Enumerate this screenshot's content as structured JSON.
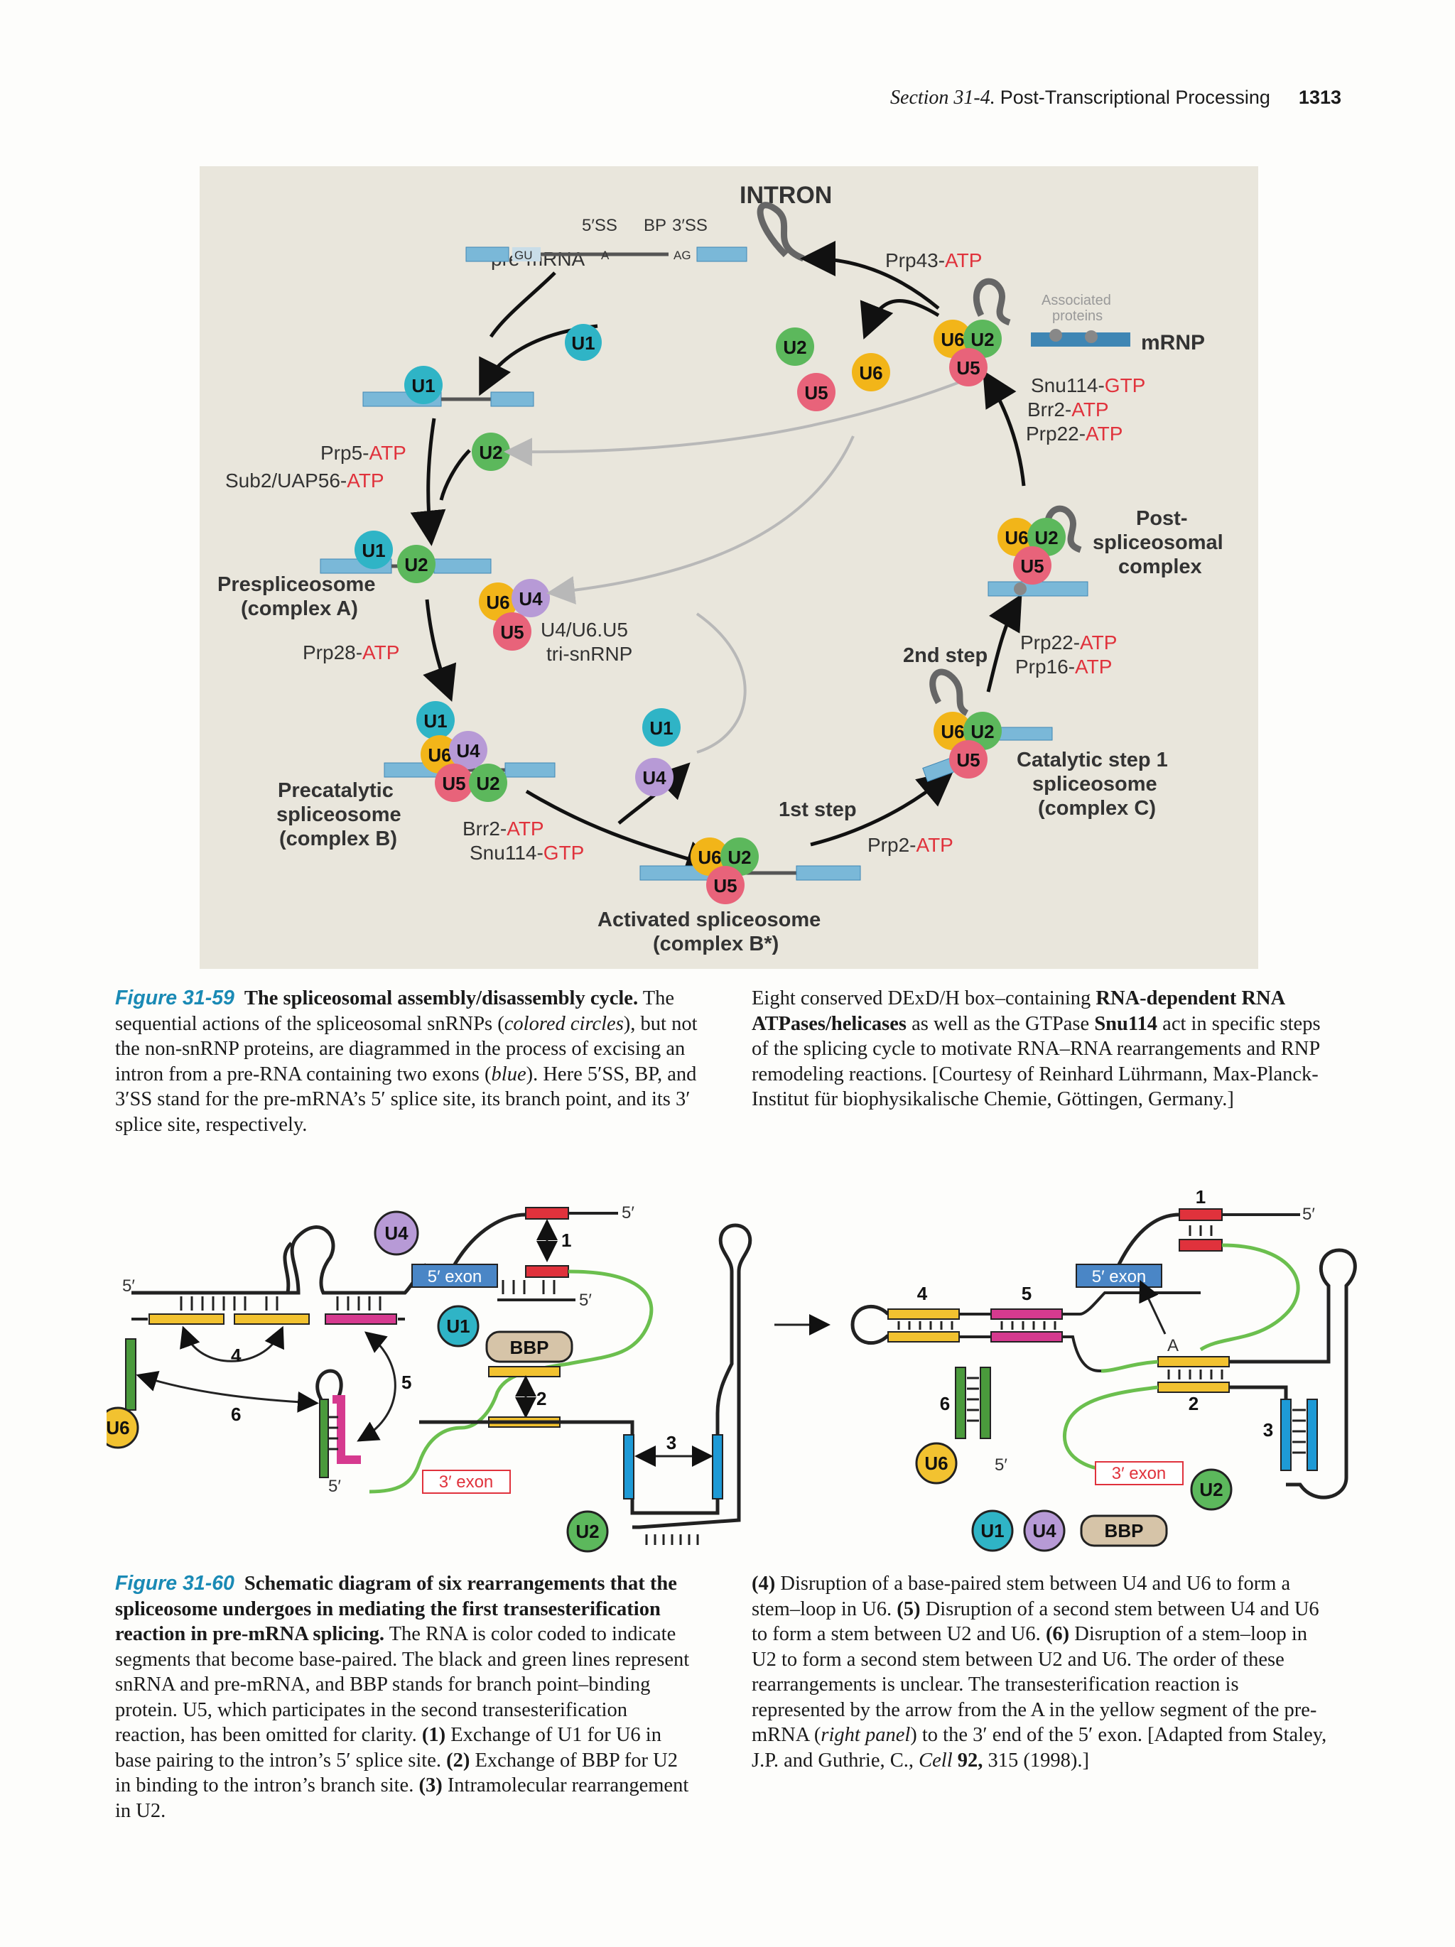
{
  "header": {
    "section_italic": "Section 31-4.",
    "section_title": "Post-Transcriptional Processing",
    "page_number": "1313"
  },
  "figure59": {
    "labels": {
      "intron": "INTRON",
      "five_ss": "5′SS",
      "bp": "BP",
      "three_ss": "3′SS",
      "gu": "GU",
      "a": "A",
      "ag": "AG",
      "pre_mrna": "pre-mRNA",
      "prp43": "Prp43-",
      "atp": "ATP",
      "gtp": "GTP",
      "associated_line1": "Associated",
      "associated_line2": "proteins",
      "mrnp": "mRNP",
      "snu114": "Snu114-",
      "brr2": "Brr2-",
      "prp22": "Prp22-",
      "prp5": "Prp5-",
      "sub2": "Sub2/UAP56-",
      "post_line1": "Post-",
      "post_line2": "spliceosomal",
      "post_line3": "complex",
      "prespliceosome_line1": "Prespliceosome",
      "prespliceosome_line2": "(complex A)",
      "prp28": "Prp28-",
      "trisnrnp_line1": "U4/U6.U5",
      "trisnrnp_line2": "tri-snRNP",
      "second_step": "2nd step",
      "prp16": "Prp16-",
      "precatalytic_line1": "Precatalytic",
      "precatalytic_line2": "spliceosome",
      "precatalytic_line3": "(complex B)",
      "catalytic_line1": "Catalytic step 1",
      "catalytic_line2": "spliceosome",
      "catalytic_line3": "(complex C)",
      "first_step": "1st step",
      "prp2": "Prp2-",
      "activated_line1": "Activated spliceosome",
      "activated_line2": "(complex B*)",
      "u1": "U1",
      "u2": "U2",
      "u4": "U4",
      "u5": "U5",
      "u6": "U6"
    },
    "colors": {
      "u1": "#2fb4c6",
      "u2": "#5cb85c",
      "u4": "#b79ad6",
      "u5": "#e8637a",
      "u6": "#f2b519",
      "exon": "#3f86b4",
      "atp_red": "#e0323c",
      "arrow_gray": "#b8b8b8"
    },
    "caption": {
      "label": "Figure 31-59",
      "title": "The spliceosomal assembly/disassembly cycle.",
      "left_text_1": "The sequential actions of the spliceosomal snRNPs (",
      "left_italic_1": "colored circles",
      "left_text_2": "), but not the non-snRNP proteins, are diagrammed in the process of excising an intron from a pre-RNA containing two exons (",
      "left_italic_2": "blue",
      "left_text_3": "). Here 5′SS, BP, and 3′SS stand for the pre-mRNA’s 5′ splice site, its branch point, and its 3′ splice site, respectively.",
      "right_text_1": "Eight conserved DExD/H box–containing ",
      "right_bold_1": "RNA-dependent RNA ATPases/helicases",
      "right_text_2": " as well as the GTPase ",
      "right_bold_2": "Snu114",
      "right_text_3": " act in specific steps of the splicing cycle to motivate RNA–RNA rearrangements and RNP remodeling reactions. [Courtesy of Reinhard Lührmann, Max-Planck-Institut für biophysikalische Chemie, Göttingen, Germany.]"
    }
  },
  "figure60": {
    "labels": {
      "five_prime": "5′",
      "five_exon": "5′ exon",
      "three_exon": "3′ exon",
      "bbp": "BBP",
      "a": "A",
      "n1": "1",
      "n2": "2",
      "n3": "3",
      "n4": "4",
      "n5": "5",
      "n6": "6",
      "u1": "U1",
      "u2": "U2",
      "u4": "U4",
      "u6": "U6"
    },
    "colors": {
      "yellow": "#f2c230",
      "magenta": "#d63a8f",
      "red": "#e0323c",
      "green_rna": "#6bbf4e",
      "dark_green": "#4a9a3c",
      "blue_seg": "#1e9ad6",
      "exon_blue": "#4a86c6",
      "bbp": "#d6c4a8"
    },
    "caption": {
      "label": "Figure 31-60",
      "title": "Schematic diagram of six rearrangements that the spliceosome undergoes in mediating the first transesterification reaction in pre-mRNA splicing.",
      "left_text": "The RNA is color coded to indicate segments that become base-paired. The black and green lines represent snRNA and pre-mRNA, and BBP stands for branch point–binding protein. U5, which participates in the second transesterification reaction, has been omitted for clarity.",
      "item1_num": "(1)",
      "item1": " Exchange of U1 for U6 in base pairing to the intron’s 5′ splice site.",
      "item2_num": "(2)",
      "item2": " Exchange of BBP for U2 in binding to the intron’s branch site.",
      "item3_num": "(3)",
      "item3": " Intramolecular rearrangement in U2.",
      "item4_num": "(4)",
      "item4": " Disruption of a base-paired stem between U4 and U6 to form a stem–loop in U6.",
      "item5_num": "(5)",
      "item5": " Disruption of a second stem between U4 and U6 to form a stem between U2 and U6.",
      "item6_num": "(6)",
      "item6": " Disruption of a stem–loop in U2 to form a second stem between U2 and U6. The order of these rearrangements is unclear. The transesterification reaction is represented by the arrow from the A in the yellow segment of the pre-mRNA (",
      "right_italic": "right panel",
      "right_text_end_1": ") to the 3′ end of the 5′ exon. [Adapted from Staley, J.P. and Guthrie, C., ",
      "journal": "Cell",
      "volume": " 92,",
      "right_text_end_2": " 315 (1998).]"
    }
  }
}
